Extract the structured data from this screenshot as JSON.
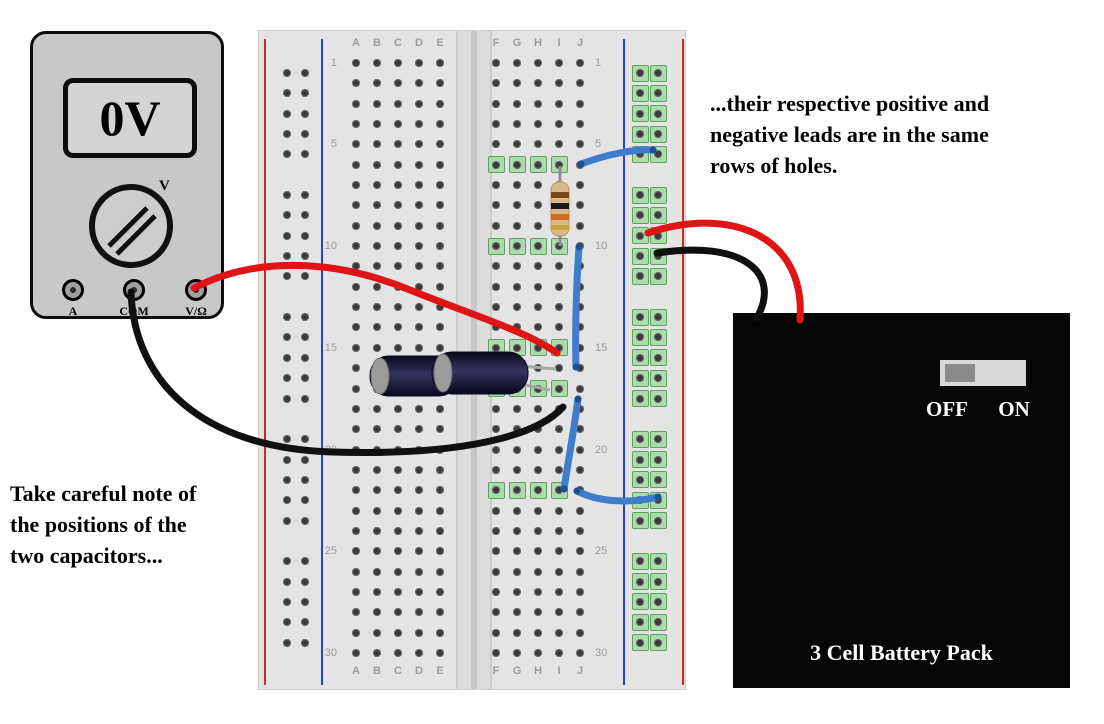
{
  "multimeter": {
    "display_value": "0V",
    "dial_label": "V",
    "terminals": [
      "A",
      "COM",
      "V/Ω"
    ]
  },
  "breadboard": {
    "column_labels_left": [
      "A",
      "B",
      "C",
      "D",
      "E"
    ],
    "column_labels_right": [
      "F",
      "G",
      "H",
      "I",
      "J"
    ],
    "row_numbers": [
      "1",
      "5",
      "10",
      "15",
      "20",
      "25",
      "30"
    ],
    "rows": 30
  },
  "circuit": {
    "green_cells": [
      {
        "col": "F",
        "row": 6
      },
      {
        "col": "G",
        "row": 6
      },
      {
        "col": "H",
        "row": 6
      },
      {
        "col": "I",
        "row": 6
      },
      {
        "col": "F",
        "row": 10
      },
      {
        "col": "G",
        "row": 10
      },
      {
        "col": "H",
        "row": 10
      },
      {
        "col": "I",
        "row": 10
      },
      {
        "col": "F",
        "row": 15
      },
      {
        "col": "G",
        "row": 15
      },
      {
        "col": "H",
        "row": 15
      },
      {
        "col": "I",
        "row": 15
      },
      {
        "col": "F",
        "row": 16
      },
      {
        "col": "G",
        "row": 16
      },
      {
        "col": "F",
        "row": 17
      },
      {
        "col": "G",
        "row": 17
      },
      {
        "col": "H",
        "row": 17
      },
      {
        "col": "I",
        "row": 17
      },
      {
        "col": "F",
        "row": 22
      },
      {
        "col": "G",
        "row": 22
      },
      {
        "col": "H",
        "row": 22
      },
      {
        "col": "I",
        "row": 22
      }
    ],
    "components": {
      "resistor": "vertical resistor, brown-black-orange bands, column I rows 6-10",
      "capacitors": "two dark cylindrical electrolytic capacitors lying on board, leads into rows 15-17",
      "jumper_wires": "four blue jumper wires linking rows 6, 10-16, 17-22 and the right power rail",
      "probe_wires": "red wire from V/Ω terminal and black wire from COM terminal to breadboard",
      "battery_wires": "red and black wires from right power rail to battery pack"
    }
  },
  "battery": {
    "label": "3 Cell Battery Pack",
    "switch": {
      "off_label": "OFF",
      "on_label": "ON",
      "position": "OFF"
    }
  },
  "annotations": {
    "right_note": "...their respective positive and\nnegative leads are in the same\nrows of holes.",
    "left_note": "Take careful note of\nthe positions of the\ntwo capacitors..."
  },
  "colors": {
    "wire_red": "#e01414",
    "wire_black": "#101010",
    "wire_blue": "#3f7ccb",
    "rail_red": "#cc2a2a",
    "rail_blue": "#2a3fcc",
    "highlight_green": "#acdcac",
    "breadboard_bg": "#e4e4e4",
    "battery_bg": "#060606"
  }
}
